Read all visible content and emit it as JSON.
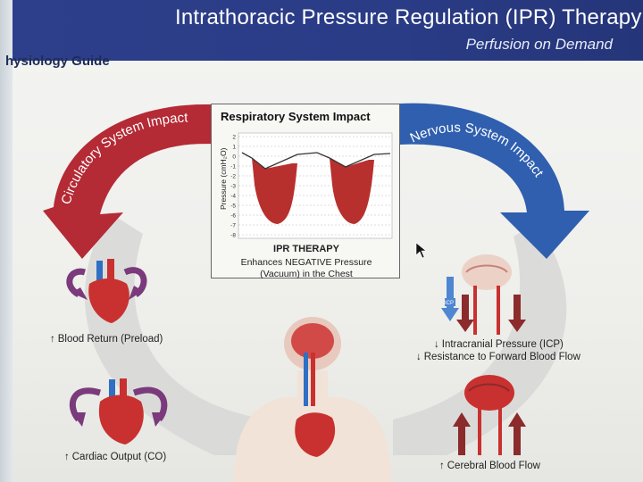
{
  "header": {
    "title": "Intrathoracic Pressure Regulation (IPR) Therapy",
    "subtitle": "Perfusion on Demand"
  },
  "guide_label": "hysiology Guide",
  "arc_labels": {
    "circulatory": "Circulatory System Impact",
    "nervous": "Nervous System Impact"
  },
  "respiratory": {
    "title": "Respiratory System Impact",
    "ylabel": "Pressure (cmH₂O)",
    "ticks": [
      "2",
      "1",
      "0",
      "-1",
      "-2",
      "-3",
      "-4",
      "-5",
      "-6",
      "-7",
      "-8"
    ],
    "therapy_title": "IPR THERAPY",
    "therapy_line1": "Enhances NEGATIVE Pressure",
    "therapy_line2": "(Vacuum) in the Chest"
  },
  "left_captions": {
    "blood_return": "Blood Return (Preload)",
    "cardiac_output": "Cardiac Output (CO)"
  },
  "right_captions": {
    "icp": "Intracranial Pressure (ICP)",
    "resistance": "Resistance to Forward Blood Flow",
    "cerebral": "Cerebral Blood Flow"
  },
  "icp_tag": "ICP",
  "colors": {
    "header": "#2d3f8a",
    "circulatory_arrow": "#b42a35",
    "nervous_arrow": "#2f5fae",
    "organ_red": "#c8312f",
    "vein_blue": "#2f6fc4",
    "purple_arrow": "#7a3a7c"
  },
  "icons": [
    "heart-icon",
    "brain-icon",
    "human-torso-icon",
    "mouse-cursor-icon"
  ]
}
